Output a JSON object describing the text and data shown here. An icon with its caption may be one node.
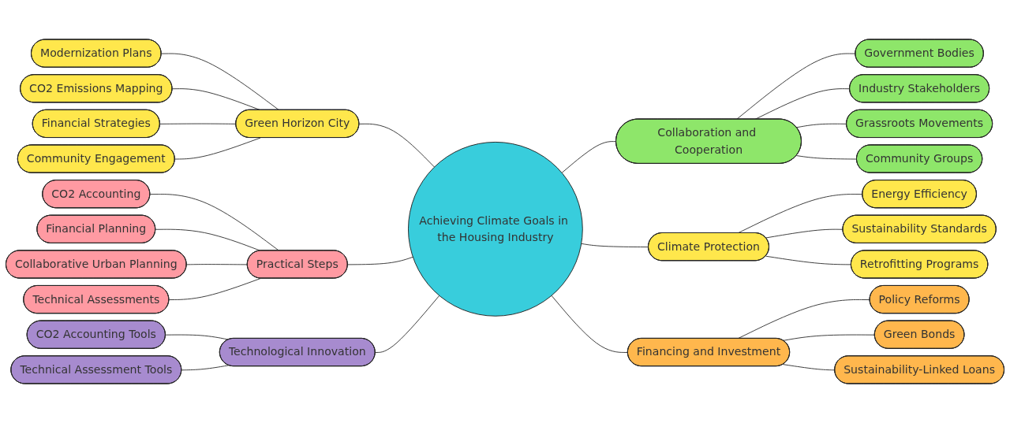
{
  "diagram": {
    "nodes": [
      {
        "text": [
          "Achieving Climate Goals in the Housing Industry"
        ]
      },
      {
        "text": [
          "Green Horizon City"
        ]
      },
      {
        "text": [
          "Modernization Plans"
        ]
      },
      {
        "text": [
          "CO2 Emissions Mapping"
        ]
      },
      {
        "text": [
          "Financial Strategies"
        ]
      },
      {
        "text": [
          "Community Engagement"
        ]
      },
      {
        "text": [
          "Government Bodies"
        ]
      },
      {
        "text": [
          "Collaboration and Cooperation"
        ]
      },
      {
        "text": [
          "Industry Stakeholders"
        ]
      },
      {
        "text": [
          "Grassroots Movements"
        ]
      },
      {
        "text": [
          "Community Groups"
        ]
      },
      {
        "text": [
          "Climate Protection"
        ]
      },
      {
        "text": [
          "Energy Efficiency"
        ]
      },
      {
        "text": [
          "Sustainability Standards"
        ]
      },
      {
        "text": [
          "Retrofitting Programs"
        ]
      },
      {
        "text": [
          "Financing and Investment"
        ]
      },
      {
        "text": [
          "Policy Reforms"
        ]
      },
      {
        "text": [
          "Green Bonds"
        ]
      },
      {
        "text": [
          "Sustainability-Linked Loans"
        ]
      },
      {
        "text": [
          "Practical Steps"
        ]
      },
      {
        "text": [
          "CO2 Accounting"
        ]
      },
      {
        "text": [
          "Financial Planning"
        ]
      },
      {
        "text": [
          "Collaborative Urban Planning"
        ]
      },
      {
        "text": [
          "Technical Assessments"
        ]
      },
      {
        "text": [
          "Technological Innovation"
        ]
      },
      {
        "text": [
          "CO2 Accounting Tools"
        ]
      },
      {
        "text": [
          "Technical Assessment Tools"
        ]
      }
    ],
    "edges": [
      {
        "from": 0,
        "to": 1,
        "arrow": "none"
      },
      {
        "from": 1,
        "to": 2,
        "arrow": "none"
      },
      {
        "from": 1,
        "to": 3,
        "arrow": "none"
      },
      {
        "from": 1,
        "to": 4,
        "arrow": "none"
      },
      {
        "from": 1,
        "to": 5,
        "arrow": "none"
      },
      {
        "from": 0,
        "to": 7,
        "arrow": "none"
      },
      {
        "from": 7,
        "to": 6,
        "arrow": "none"
      },
      {
        "from": 7,
        "to": 8,
        "arrow": "none"
      },
      {
        "from": 7,
        "to": 9,
        "arrow": "none"
      },
      {
        "from": 7,
        "to": 10,
        "arrow": "none"
      },
      {
        "from": 0,
        "to": 11,
        "arrow": "none"
      },
      {
        "from": 11,
        "to": 12,
        "arrow": "none"
      },
      {
        "from": 11,
        "to": 13,
        "arrow": "none"
      },
      {
        "from": 11,
        "to": 14,
        "arrow": "none"
      },
      {
        "from": 0,
        "to": 15,
        "arrow": "none"
      },
      {
        "from": 15,
        "to": 16,
        "arrow": "none"
      },
      {
        "from": 15,
        "to": 17,
        "arrow": "none"
      },
      {
        "from": 15,
        "to": 18,
        "arrow": "none"
      },
      {
        "from": 0,
        "to": 19,
        "arrow": "none"
      },
      {
        "from": 19,
        "to": 20,
        "arrow": "none"
      },
      {
        "from": 19,
        "to": 21,
        "arrow": "none"
      },
      {
        "from": 19,
        "to": 22,
        "arrow": "none"
      },
      {
        "from": 19,
        "to": 23,
        "arrow": "none"
      },
      {
        "from": 0,
        "to": 24,
        "arrow": "none"
      },
      {
        "from": 24,
        "to": 25,
        "arrow": "none"
      },
      {
        "from": 24,
        "to": 26,
        "arrow": "none"
      }
    ]
  }
}
